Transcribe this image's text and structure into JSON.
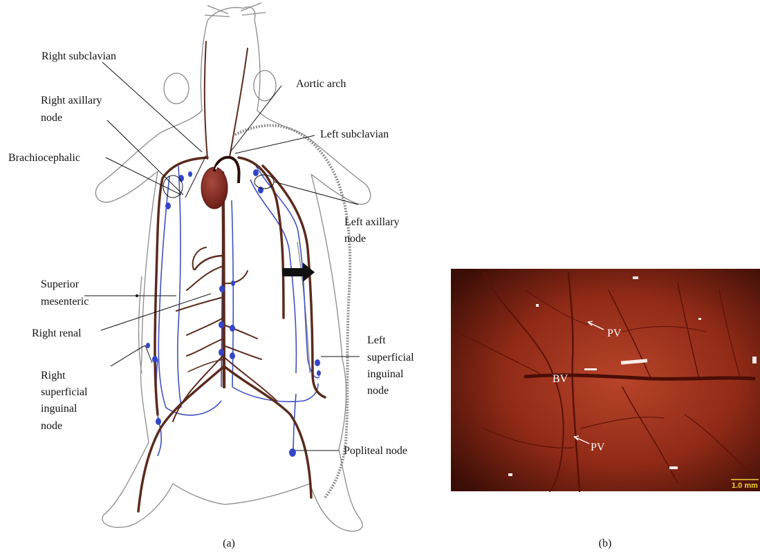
{
  "panel_a": {
    "labels": {
      "right_subclavian": "Right subclavian",
      "aortic_arch": "Aortic arch",
      "right_axillary_1": "Right axillary",
      "right_axillary_2": "node",
      "left_subclavian": "Left subclavian",
      "brachiocephalic": "Brachiocephalic",
      "left_axillary_1": "Left axillary",
      "left_axillary_2": "node",
      "superior_mesenteric_1": "Superior",
      "superior_mesenteric_2": "mesenteric",
      "right_renal": "Right renal",
      "left_sup_inguinal_1": "Left",
      "left_sup_inguinal_2": "superficial",
      "left_sup_inguinal_3": "inguinal",
      "left_sup_inguinal_4": "node",
      "right_sup_inguinal_1": "Right",
      "right_sup_inguinal_2": "superficial",
      "right_sup_inguinal_3": "inguinal",
      "right_sup_inguinal_4": "node",
      "popliteal_node": "Popliteal node"
    },
    "caption": "(a)",
    "colors": {
      "artery": "#5a2a1c",
      "lymph": "#3f4fc0",
      "node": "#3346c8",
      "heart": "#8b2e25"
    }
  },
  "panel_b": {
    "labels": {
      "pv_top": "PV",
      "bv": "BV",
      "pv_bottom": "PV"
    },
    "scale_bar": "1.0 mm",
    "caption": "(b)",
    "colors": {
      "tissue": "#8e2a1a",
      "vessel": "#5a1208",
      "scale": "#f2d23a"
    }
  }
}
